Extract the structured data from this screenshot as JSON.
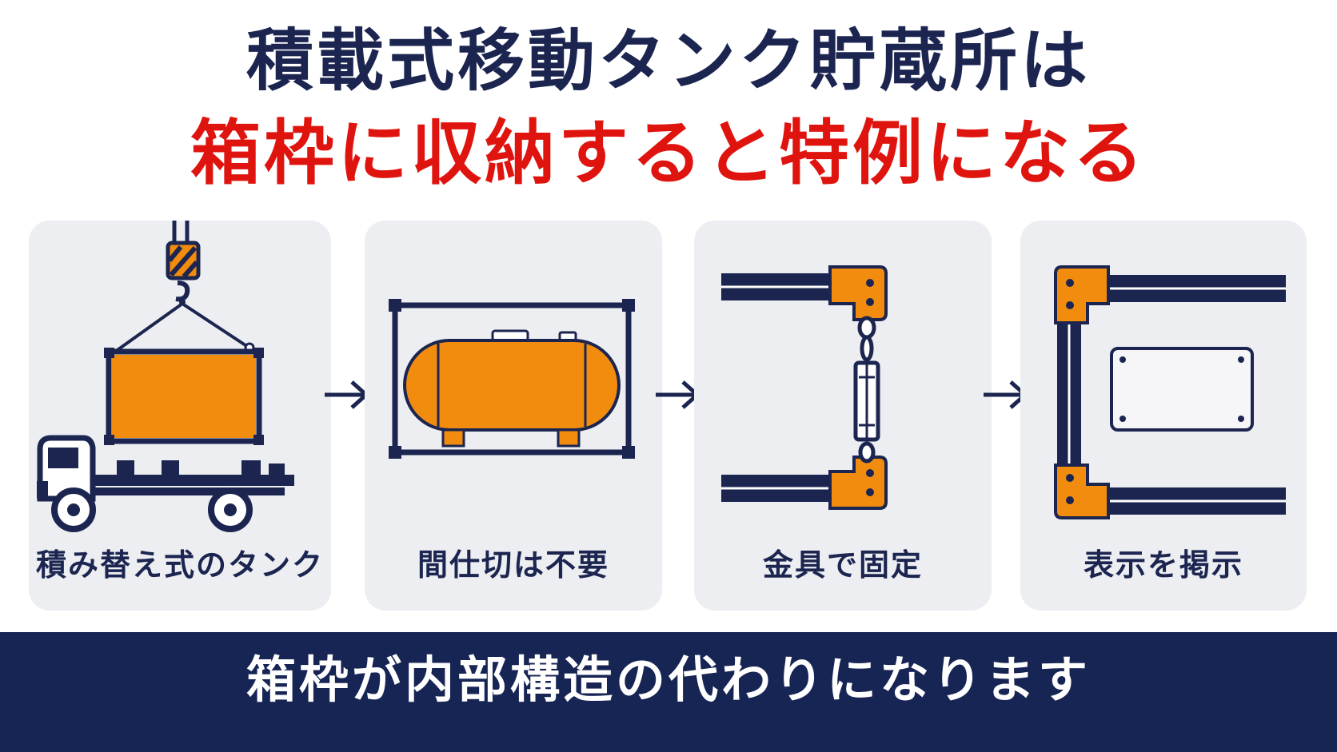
{
  "headline": {
    "line1": "積載式移動タンク貯蔵所は",
    "line2": "箱枠に収納すると特例になる"
  },
  "colors": {
    "navy": "#1b2550",
    "red": "#e0140f",
    "orange": "#f28c0f",
    "card_bg": "#edeef1",
    "banner_bg": "#172555"
  },
  "steps": [
    {
      "label": "積み替え式のタンク",
      "icon": "crane-truck-icon"
    },
    {
      "label": "間仕切は不要",
      "icon": "tank-in-frame-icon"
    },
    {
      "label": "金具で固定",
      "icon": "turnbuckle-fixing-icon"
    },
    {
      "label": "表示を掲示",
      "icon": "sign-plate-icon"
    }
  ],
  "arrows": [
    "arrow-right-icon",
    "arrow-right-icon",
    "arrow-right-icon"
  ],
  "banner": {
    "text": "箱枠が内部構造の代わりになります"
  }
}
